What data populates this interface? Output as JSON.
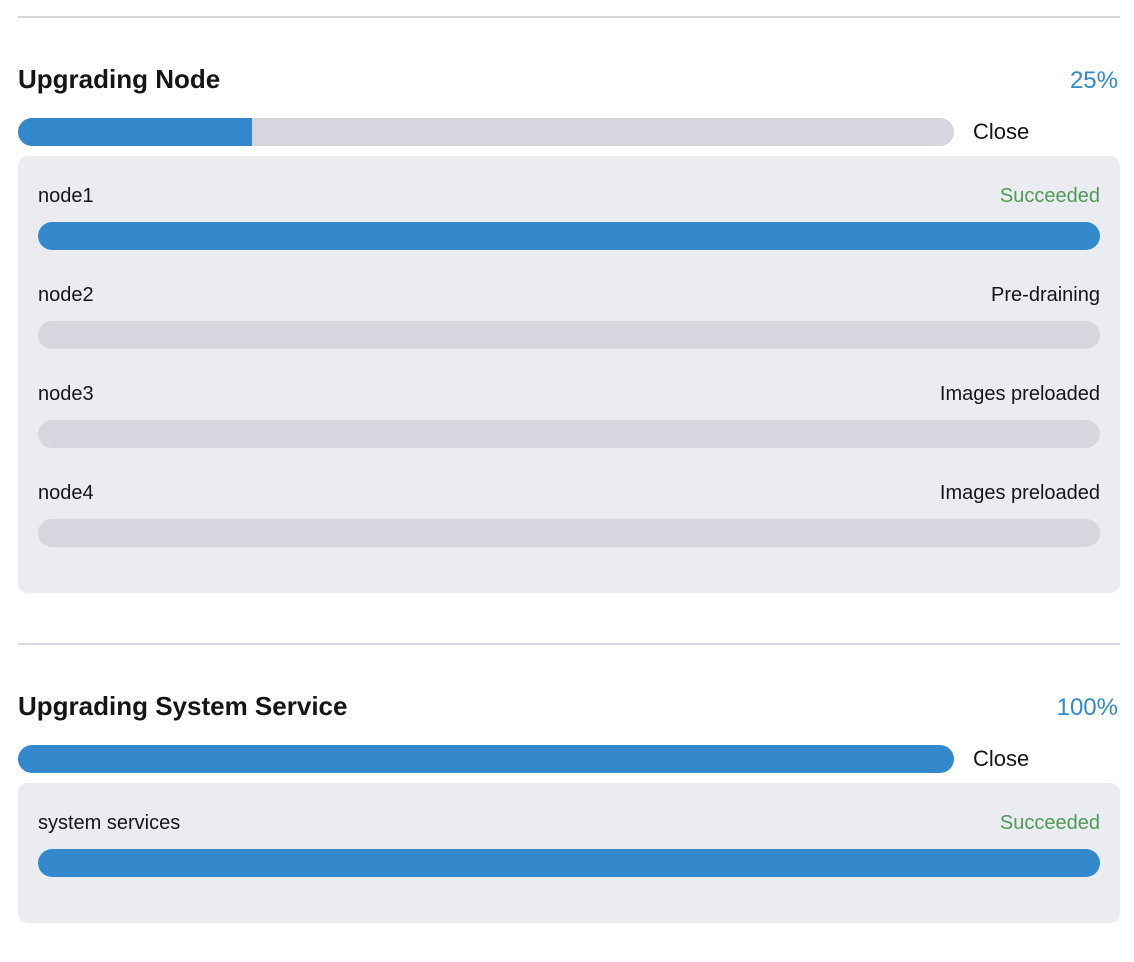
{
  "colors": {
    "accent_blue": "#3489cd",
    "percent_blue": "#3189ca",
    "track_gray": "#d5d6de",
    "panel_bg": "#ebecf0",
    "success_green": "#4e9a58",
    "divider": "#d7d8df",
    "text": "#141419"
  },
  "sections": [
    {
      "title": "Upgrading Node",
      "percent": "25%",
      "percent_value": 25,
      "close_label": "Close",
      "items": [
        {
          "name": "node1",
          "status": "Succeeded",
          "progress": 100
        },
        {
          "name": "node2",
          "status": "Pre-draining",
          "progress": 0
        },
        {
          "name": "node3",
          "status": "Images preloaded",
          "progress": 0
        },
        {
          "name": "node4",
          "status": "Images preloaded",
          "progress": 0
        }
      ]
    },
    {
      "title": "Upgrading System Service",
      "percent": "100%",
      "percent_value": 100,
      "close_label": "Close",
      "items": [
        {
          "name": "system services",
          "status": "Succeeded",
          "progress": 100
        }
      ]
    }
  ]
}
